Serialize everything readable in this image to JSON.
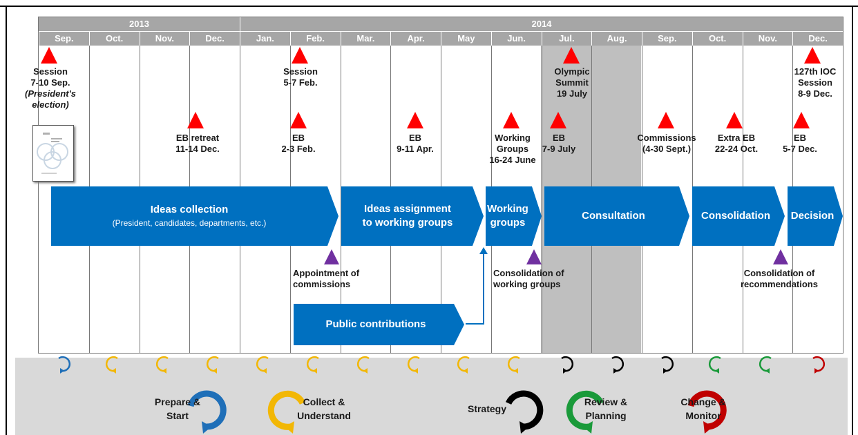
{
  "years": [
    "2013",
    "2014"
  ],
  "months": [
    "Sep.",
    "Oct.",
    "Nov.",
    "Dec.",
    "Jan.",
    "Feb.",
    "Mar.",
    "Apr.",
    "May",
    "Jun.",
    "Jul.",
    "Aug.",
    "Sep.",
    "Oct.",
    "Nov.",
    "Dec."
  ],
  "events": {
    "session_2013": "Session\n7-10 Sep.",
    "presidents_election": "(President's\nelection)",
    "eb_retreat": "EB retreat\n11-14 Dec.",
    "session_feb": "Session\n5-7 Feb.",
    "eb_feb": "EB\n2-3 Feb.",
    "eb_apr": "EB\n9-11 Apr.",
    "working_groups_meet": "Working\nGroups\n16-24 June",
    "olympic_summit": "Olympic\nSummit\n19 July",
    "eb_jul": "EB\n7-9 July",
    "commissions_sept": "Commissions\n(4-30 Sept.)",
    "extra_eb": "Extra EB\n22-24 Oct.",
    "ioc_session": "127th IOC\nSession\n8-9 Dec.",
    "eb_dec": "EB\n5-7 Dec."
  },
  "milestones": {
    "appointment": "Appointment of\ncommissions",
    "consolidation_wg": "Consolidation of\nworking groups",
    "consolidation_rec": "Consolidation of\nrecommendations"
  },
  "phases": {
    "ideas_collection": "Ideas collection",
    "ideas_collection_sub": "(President, candidates, departments, etc.)",
    "ideas_assignment": "Ideas assignment\nto working groups",
    "working_groups": "Working\ngroups",
    "consultation": "Consultation",
    "consolidation": "Consolidation",
    "decision": "Decision",
    "public_contributions": "Public contributions"
  },
  "cycle_labels": {
    "prepare": "Prepare &\nStart",
    "collect": "Collect &\nUnderstand",
    "strategy": "Strategy",
    "review": "Review &\nPlanning",
    "change": "Change &\nMonitor"
  },
  "colors": {
    "header": "#a6a6a6",
    "phase_blue": "#0070c0",
    "event_red": "#ff0000",
    "milestone_purple": "#7030a0",
    "prepare": "#1f6fb8",
    "collect": "#f2b705",
    "strategy": "#000000",
    "review": "#1a9a3a",
    "change": "#c00000"
  },
  "cycle_sequence": [
    "prepare",
    "collect",
    "collect",
    "collect",
    "collect",
    "collect",
    "collect",
    "collect",
    "collect",
    "collect",
    "strategy",
    "strategy",
    "strategy",
    "review",
    "review",
    "change"
  ]
}
